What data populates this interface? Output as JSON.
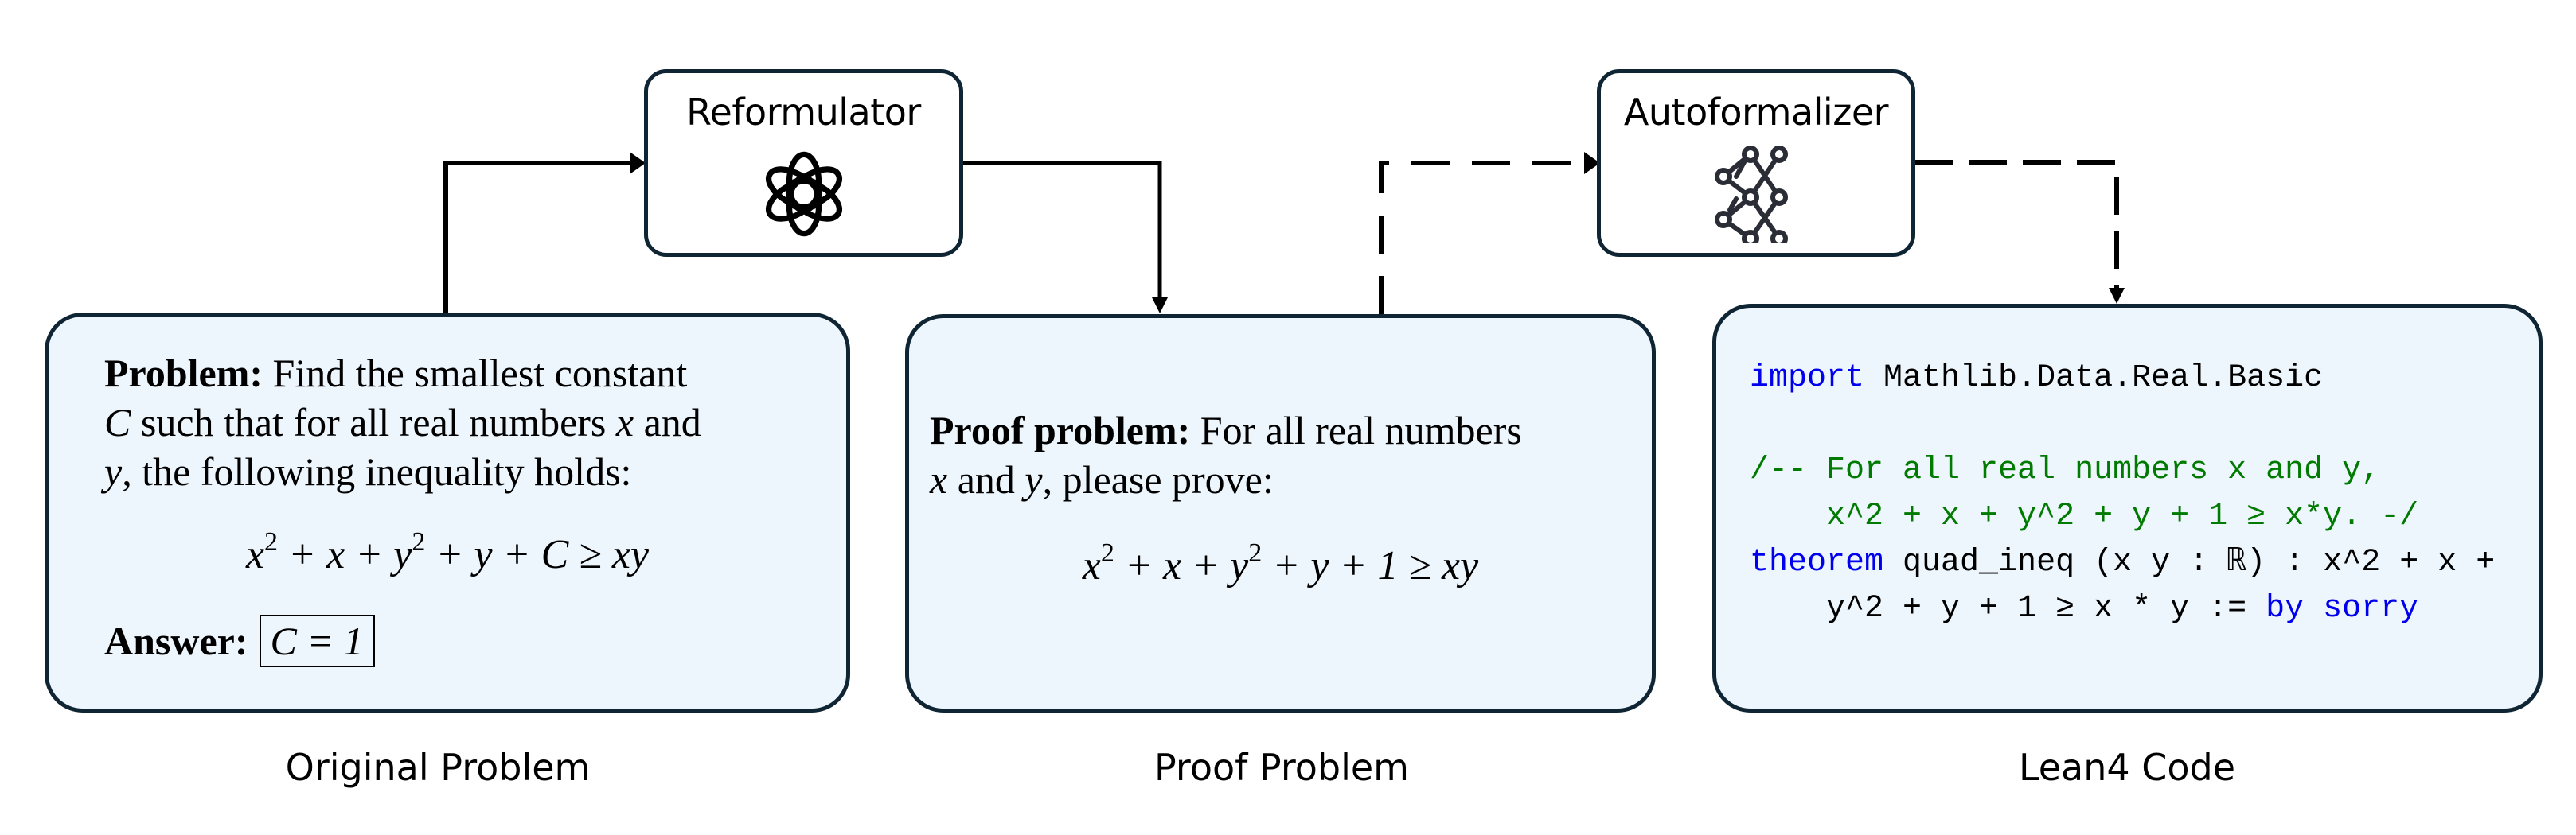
{
  "agents": {
    "reformulator": {
      "label": "Reformulator",
      "icon": "openai-logo-icon"
    },
    "autoformalizer": {
      "label": "Autoformalizer",
      "icon": "neural-network-icon"
    }
  },
  "connectors": [
    {
      "from": "original-problem",
      "to": "reformulator",
      "style": "solid"
    },
    {
      "from": "reformulator",
      "to": "proof-problem",
      "style": "solid"
    },
    {
      "from": "proof-problem",
      "to": "autoformalizer",
      "style": "dashed"
    },
    {
      "from": "autoformalizer",
      "to": "lean4-code",
      "style": "dashed"
    }
  ],
  "original_problem": {
    "problem_label": "Problem:",
    "line1": "Find the smallest constant",
    "line2_var": "C",
    "line2_text": " such that for all real numbers ",
    "line2_var2": "x",
    "line2_end": " and",
    "line3_var": "y",
    "line3_text": ", the following inequality holds:",
    "formula": {
      "t1": "x",
      "sup1": "2",
      "t2": " + x + ",
      "t3": "y",
      "sup2": "2",
      "t4": " + y + C ≥ xy"
    },
    "answer_label": "Answer:",
    "answer_value": "C = 1",
    "caption": "Original Problem"
  },
  "proof_problem": {
    "label": "Proof problem:",
    "line1": "For all real numbers",
    "line2_var": "x",
    "line2_mid": " and ",
    "line2_var2": "y",
    "line2_end": ", please prove:",
    "formula": {
      "t1": "x",
      "sup1": "2",
      "t2": " + x + ",
      "t3": "y",
      "sup2": "2",
      "t4": " + y + 1 ≥ xy"
    },
    "caption": "Proof Problem"
  },
  "lean_code": {
    "import_kw": "import",
    "import_path": " Mathlib.Data.Real.Basic",
    "comment_line1": "/-- For all real numbers x and y,",
    "comment_line2": "    x^2 + x + y^2 + y + 1 ≥ x*y. -/",
    "theorem_kw": "theorem",
    "theorem_sig": " quad_ineq (x y : ℝ) : x^2 + x +",
    "line5_body": "    y^2 + y + 1 ≥ x * y := ",
    "by_sorry": "by sorry",
    "caption": "Lean4 Code"
  },
  "colors": {
    "panel_bg": "#eef6fd",
    "border": "#0f2533",
    "keyword": "#0000ee",
    "comment": "#007a00"
  }
}
